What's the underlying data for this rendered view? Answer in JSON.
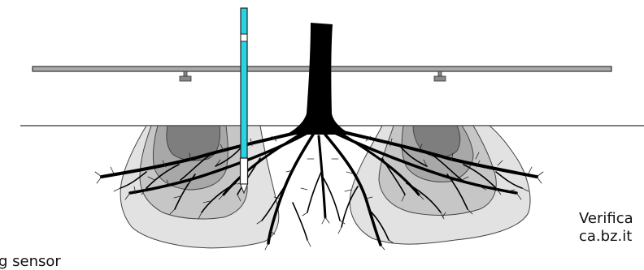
{
  "captions": {
    "right_line_1": "Verifica",
    "right_line_2": "ca.bz.it",
    "bottom_left": "g sensor"
  },
  "colors": {
    "sensor_tube": "#26d4e6",
    "root_and_trunk": "#000000",
    "wet_zone_outer": "#e2e2e2",
    "wet_zone_mid": "#c6c6c6",
    "wet_zone_inner": "#a8a8a8",
    "wet_zone_core": "#7e7e7e",
    "irrigation_pipe": "#aaaaaa"
  },
  "icons": [
    "drip-emitter-icon",
    "soil-moisture-sensor-icon",
    "tree-trunk-icon",
    "root-system-icon"
  ]
}
